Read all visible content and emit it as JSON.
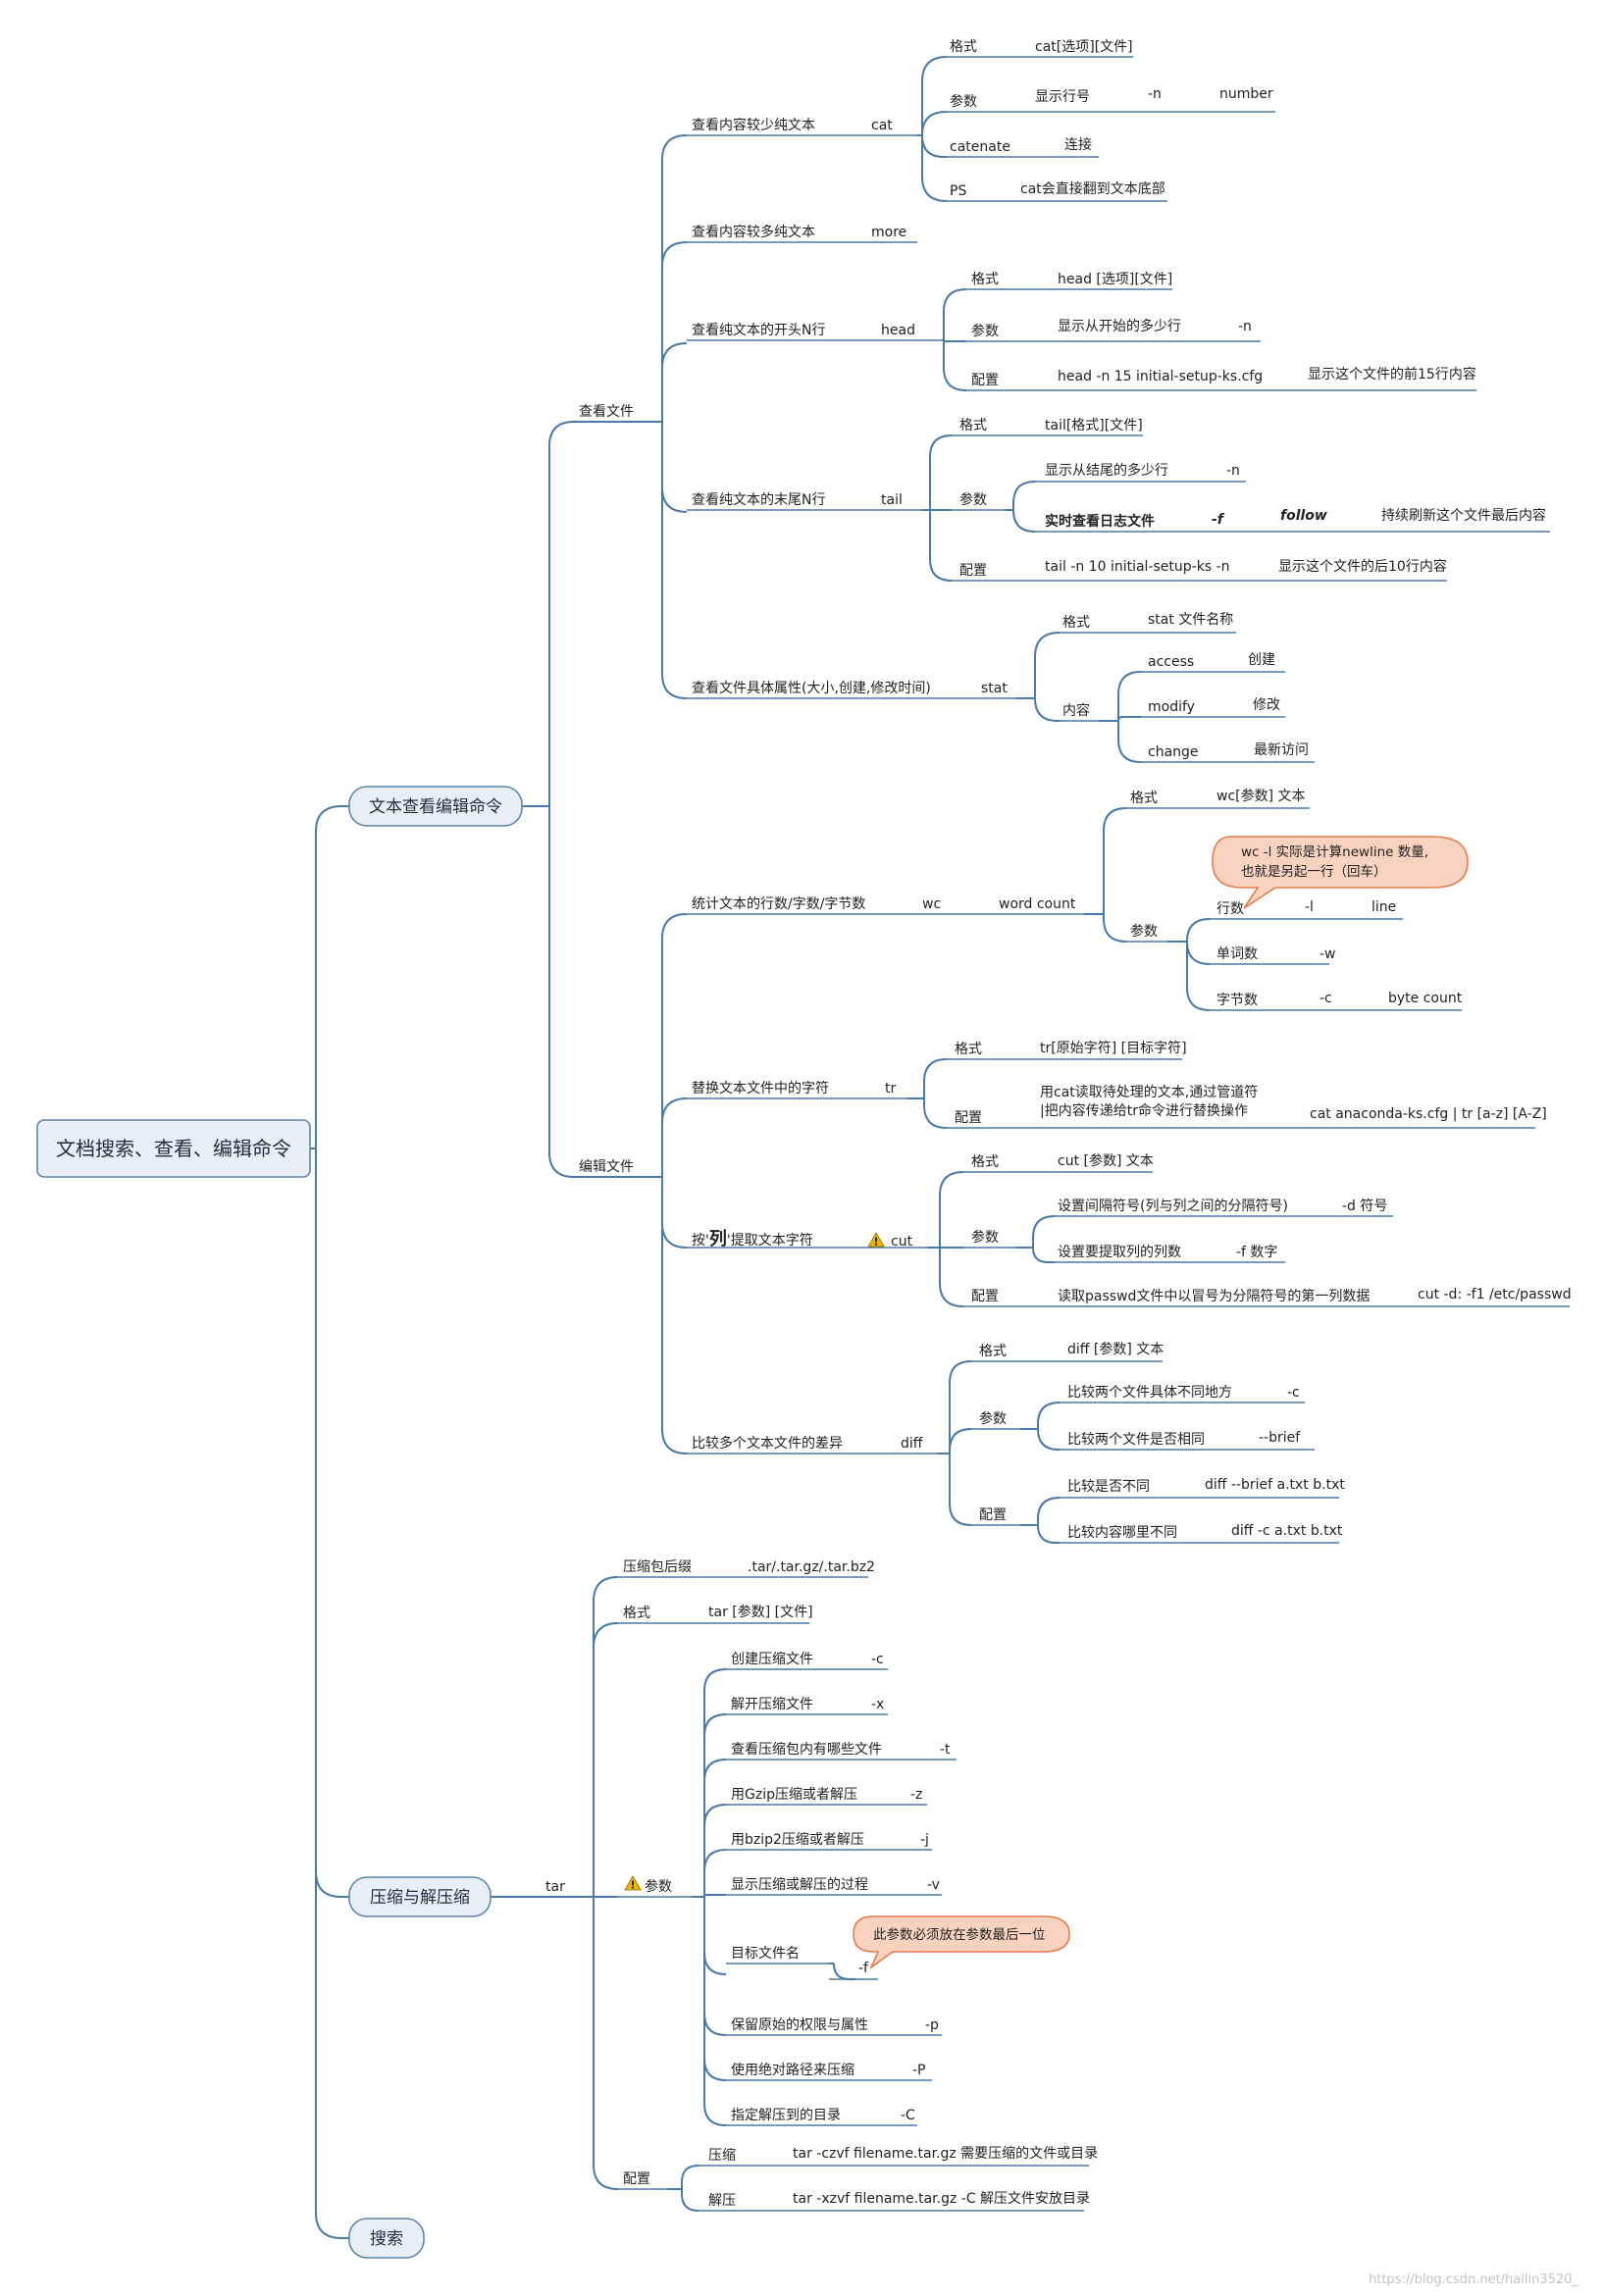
{
  "root": "文档搜索、查看、编辑命令",
  "branches": {
    "text": "文本查看编辑命令",
    "compress": "压缩与解压缩",
    "search": "搜索"
  },
  "view": {
    "title": "查看文件",
    "cat": {
      "desc": "查看内容较少纯文本",
      "cmd": "cat",
      "format_label": "格式",
      "format": "cat[选项][文件]",
      "param_label": "参数",
      "param": "显示行号",
      "param_flag": "-n",
      "param_word": "number",
      "catenate": "catenate",
      "catenate_meaning": "连接",
      "ps_label": "PS",
      "ps": "cat会直接翻到文本底部"
    },
    "more": {
      "desc": "查看内容较多纯文本",
      "cmd": "more"
    },
    "head": {
      "desc": "查看纯文本的开头N行",
      "cmd": "head",
      "format_label": "格式",
      "format": "head [选项][文件]",
      "param_label": "参数",
      "param": "显示从开始的多少行",
      "param_flag": "-n",
      "config_label": "配置",
      "config": "head -n 15 initial-setup-ks.cfg",
      "config_note": "显示这个文件的前15行内容"
    },
    "tail": {
      "desc": "查看纯文本的末尾N行",
      "cmd": "tail",
      "format_label": "格式",
      "format": "tail[格式][文件]",
      "param_label": "参数",
      "param1": "显示从结尾的多少行",
      "param1_flag": "-n",
      "param2": "实时查看日志文件",
      "param2_flag": "-f",
      "param2_word": "follow",
      "param2_note": "持续刷新这个文件最后内容",
      "config_label": "配置",
      "config": "tail -n 10 initial-setup-ks -n",
      "config_note": "显示这个文件的后10行内容"
    },
    "stat": {
      "desc": "查看文件具体属性(大小,创建,修改时间)",
      "cmd": "stat",
      "format_label": "格式",
      "format": "stat 文件名称",
      "content_label": "内容",
      "access": "access",
      "access_meaning": "创建",
      "modify": "modify",
      "modify_meaning": "修改",
      "change": "change",
      "change_meaning": "最新访问"
    }
  },
  "edit": {
    "title": "编辑文件",
    "wc": {
      "desc": "统计文本的行数/字数/字节数",
      "cmd": "wc",
      "full": "word count",
      "format_label": "格式",
      "format": "wc[参数] 文本",
      "param_label": "参数",
      "lines": "行数",
      "lines_flag": "-l",
      "lines_word": "line",
      "words": "单词数",
      "words_flag": "-w",
      "bytes": "字节数",
      "bytes_flag": "-c",
      "bytes_word": "byte count",
      "callout_1": "wc -l  实际是计算newline 数量,",
      "callout_2": "也就是另起一行（回车）"
    },
    "tr": {
      "desc": "替换文本文件中的字符",
      "cmd": "tr",
      "format_label": "格式",
      "format": "tr[原始字符] [目标字符]",
      "config_label": "配置",
      "config_1": "用cat读取待处理的文本,通过管道符",
      "config_2": "|把内容传递给tr命令进行替换操作",
      "config_example": "cat anaconda-ks.cfg | tr [a-z] [A-Z]"
    },
    "cut": {
      "desc_before": "按'",
      "desc_em": "列",
      "desc_after": "'提取文本字符",
      "cmd": "cut",
      "format_label": "格式",
      "format": "cut [参数] 文本",
      "param_label": "参数",
      "param1": "设置间隔符号(列与列之间的分隔符号)",
      "param1_flag": "-d 符号",
      "param2": "设置要提取列的列数",
      "param2_flag": "-f 数字",
      "config_label": "配置",
      "config": "读取passwd文件中以冒号为分隔符号的第一列数据",
      "config_example": "cut -d: -f1 /etc/passwd"
    },
    "diff": {
      "desc": "比较多个文本文件的差异",
      "cmd": "diff",
      "format_label": "格式",
      "format": "diff [参数] 文本",
      "param_label": "参数",
      "param1": "比较两个文件具体不同地方",
      "param1_flag": "-c",
      "param2": "比较两个文件是否相同",
      "param2_flag": "--brief",
      "config_label": "配置",
      "config1": "比较是否不同",
      "config1_cmd": "diff --brief a.txt b.txt",
      "config2": "比较内容哪里不同",
      "config2_cmd": "diff -c a.txt b.txt"
    }
  },
  "tar": {
    "cmd": "tar",
    "suffix_label": "压缩包后缀",
    "suffix": ".tar/.tar.gz/.tar.bz2",
    "format_label": "格式",
    "format": "tar [参数] [文件]",
    "param_label": "参数",
    "params": [
      {
        "desc": "创建压缩文件",
        "flag": "-c"
      },
      {
        "desc": "解开压缩文件",
        "flag": "-x"
      },
      {
        "desc": "查看压缩包内有哪些文件",
        "flag": "-t"
      },
      {
        "desc": "用Gzip压缩或者解压",
        "flag": "-z"
      },
      {
        "desc": "用bzip2压缩或者解压",
        "flag": "-j"
      },
      {
        "desc": "显示压缩或解压的过程",
        "flag": "-v"
      },
      {
        "desc": "目标文件名",
        "flag": "-f"
      },
      {
        "desc": "保留原始的权限与属性",
        "flag": "-p"
      },
      {
        "desc": "使用绝对路径来压缩",
        "flag": "-P"
      },
      {
        "desc": "指定解压到的目录",
        "flag": "-C"
      }
    ],
    "f_callout": "此参数必须放在参数最后一位",
    "config_label": "配置",
    "compress_label": "压缩",
    "compress_cmd": "tar -czvf filename.tar.gz 需要压缩的文件或目录",
    "extract_label": "解压",
    "extract_cmd": "tar -xzvf filename.tar.gz -C 解压文件安放目录"
  },
  "watermark": "https://blog.csdn.net/hallin3520_",
  "colors": {
    "line": "#4a7aa8",
    "box_fill": "#e9eff6",
    "callout_fill": "#f9d3bf",
    "callout_stroke": "#e07d4d"
  }
}
